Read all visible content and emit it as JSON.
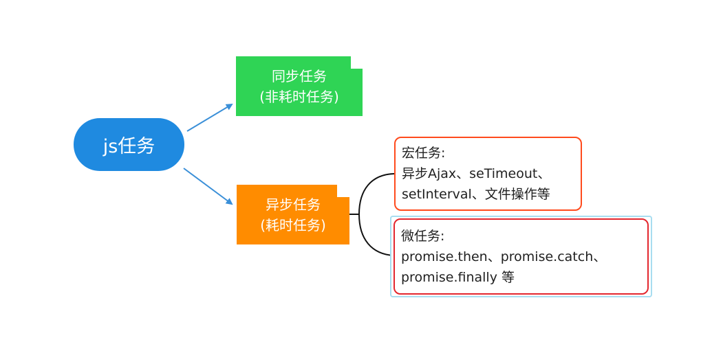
{
  "root": {
    "label": "js任务"
  },
  "sync_task": {
    "line1": "同步任务",
    "line2": "(非耗时任务)"
  },
  "async_task": {
    "line1": "异步任务",
    "line2": "(耗时任务)"
  },
  "macro_task": {
    "title": "宏任务:",
    "line1": "异步Ajax、seTimeout、",
    "line2": "setInterval、文件操作等"
  },
  "micro_task": {
    "title": "微任务:",
    "line1": "promise.then、promise.catch、",
    "line2": "promise.finally 等"
  },
  "colors": {
    "root": "#1f8ae0",
    "sync": "#2fd455",
    "async": "#ff8c00",
    "arrow": "#3a8fd8",
    "macro_border": "#ff4a1c",
    "micro_border": "#e3262d",
    "micro_outline": "#a8ddf0"
  }
}
